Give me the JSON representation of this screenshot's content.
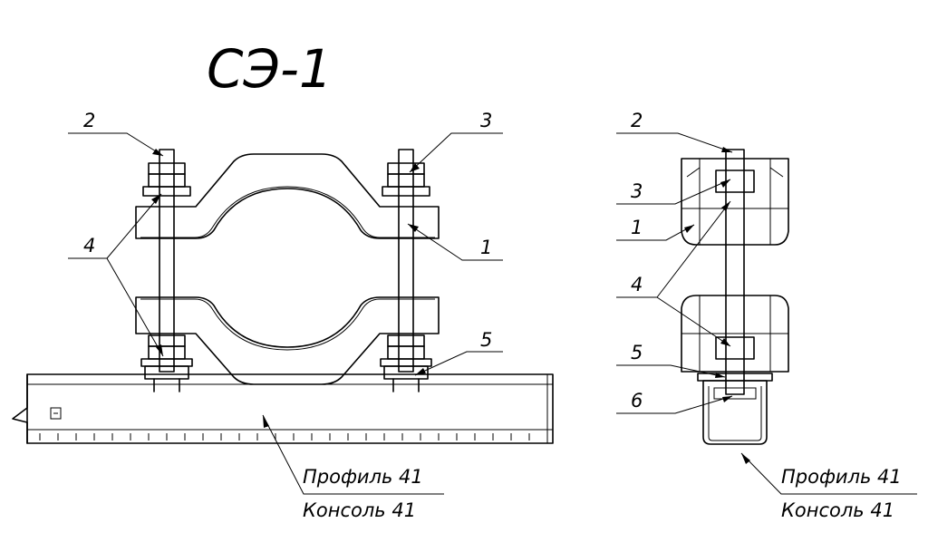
{
  "drawing": {
    "title": "СЭ-1",
    "front_view": {
      "callouts": [
        "2",
        "3",
        "4",
        "1",
        "5"
      ],
      "profile_label": "Профиль 41",
      "console_label": "Консоль 41"
    },
    "side_view": {
      "callouts": [
        "2",
        "3",
        "1",
        "4",
        "5",
        "6"
      ],
      "profile_label": "Профиль 41",
      "console_label": "Консоль 41"
    }
  }
}
